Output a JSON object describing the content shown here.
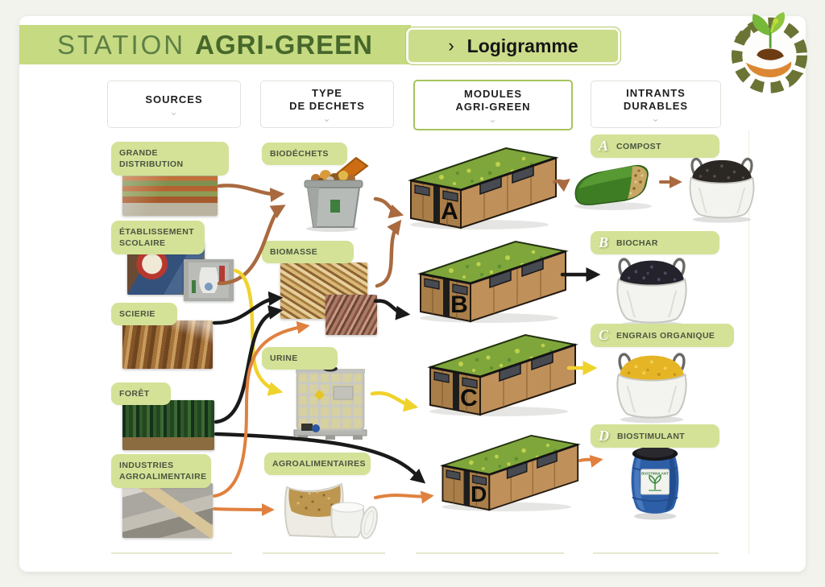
{
  "ui": {
    "chevron_down": "⌄"
  },
  "header": {
    "title_light": "STATION",
    "title_bold": "AGRI-GREEN",
    "nav_chevron": "›",
    "nav_label": "Logigramme",
    "logo": "agri-green-gear-plant-hand-logo"
  },
  "colors": {
    "banner_green": "#c6da82",
    "label_green": "#d3e297",
    "module_header_border": "#a6c45e",
    "arrow_brown": "#a96a3f",
    "arrow_orange": "#e0813f",
    "arrow_yellow": "#f0d22c",
    "arrow_black": "#1a1a1a"
  },
  "column_headers": [
    {
      "lines": [
        "SOURCES",
        ""
      ]
    },
    {
      "lines": [
        "TYPE",
        "DE DECHETS"
      ]
    },
    {
      "lines": [
        "MODULES",
        "AGRI-GREEN"
      ],
      "highlighted": true
    },
    {
      "lines": [
        "INTRANTS",
        "DURABLES"
      ]
    }
  ],
  "sources": {
    "items": [
      {
        "label": "GRANDE DISTRIBUTION",
        "image": "supermarket-photo"
      },
      {
        "label": "ÉTABLISSEMENT SCOLAIRE",
        "image": "school-canteen-photo"
      },
      {
        "label": "SCIERIE",
        "image": "sawmill-wood-photo"
      },
      {
        "label": "FORÊT",
        "image": "forest-photo"
      },
      {
        "label": "INDUSTRIES AGROALIMENTAIRE",
        "image": "agrifood-industry-photo"
      }
    ]
  },
  "waste_types": {
    "items": [
      {
        "label": "BIODÉCHETS",
        "image": "biowaste-bin"
      },
      {
        "label": "BIOMASSE",
        "image": "wood-chips-photos"
      },
      {
        "label": "URINE",
        "image": "ibc-tank"
      },
      {
        "label": "AGROALIMENTAIRES",
        "image": "grain-bag-and-bucket"
      }
    ]
  },
  "modules": {
    "items": [
      {
        "letter": "A"
      },
      {
        "letter": "B"
      },
      {
        "letter": "C"
      },
      {
        "letter": "D"
      }
    ]
  },
  "intrants": {
    "items": [
      {
        "letter": "A",
        "label": "COMPOST",
        "image": "compost-windrow-and-big-bag"
      },
      {
        "letter": "B",
        "label": "BIOCHAR",
        "image": "big-bag-biochar"
      },
      {
        "letter": "C",
        "label": "ENGRAIS ORGANIQUE",
        "image": "big-bag-organic-fertilizer"
      },
      {
        "letter": "D",
        "label": "BIOSTIMULANT",
        "image": "blue-drum",
        "drum_label": "BIOSTIMULANT"
      }
    ]
  },
  "flows": [
    {
      "from": "GRANDE DISTRIBUTION",
      "to": "BIODÉCHETS",
      "color": "brown"
    },
    {
      "from": "ÉTABLISSEMENT SCOLAIRE",
      "to": "BIODÉCHETS",
      "color": "brown"
    },
    {
      "from": "ÉTABLISSEMENT SCOLAIRE",
      "to": "URINE",
      "color": "yellow"
    },
    {
      "from": "SCIERIE",
      "to": "BIOMASSE",
      "color": "black"
    },
    {
      "from": "FORÊT",
      "to": "BIOMASSE",
      "color": "black"
    },
    {
      "from": "FORÊT",
      "to": "MODULE D",
      "color": "black"
    },
    {
      "from": "INDUSTRIES AGROALIMENTAIRE",
      "to": "BIOMASSE",
      "color": "orange"
    },
    {
      "from": "INDUSTRIES AGROALIMENTAIRE",
      "to": "AGROALIMENTAIRES",
      "color": "orange"
    },
    {
      "from": "BIODÉCHETS",
      "to": "MODULE A",
      "color": "brown"
    },
    {
      "from": "BIOMASSE",
      "to": "MODULE A",
      "color": "brown"
    },
    {
      "from": "BIOMASSE",
      "to": "MODULE B",
      "color": "black"
    },
    {
      "from": "URINE",
      "to": "MODULE C",
      "color": "yellow"
    },
    {
      "from": "AGROALIMENTAIRES",
      "to": "MODULE D",
      "color": "orange"
    },
    {
      "from": "MODULE A",
      "to": "COMPOST",
      "color": "brown"
    },
    {
      "from": "COMPOST WINDROW",
      "to": "COMPOST BAG",
      "color": "brown"
    },
    {
      "from": "MODULE B",
      "to": "BIOCHAR",
      "color": "black"
    },
    {
      "from": "MODULE C",
      "to": "ENGRAIS ORGANIQUE",
      "color": "yellow"
    },
    {
      "from": "MODULE D",
      "to": "BIOSTIMULANT",
      "color": "orange"
    }
  ]
}
